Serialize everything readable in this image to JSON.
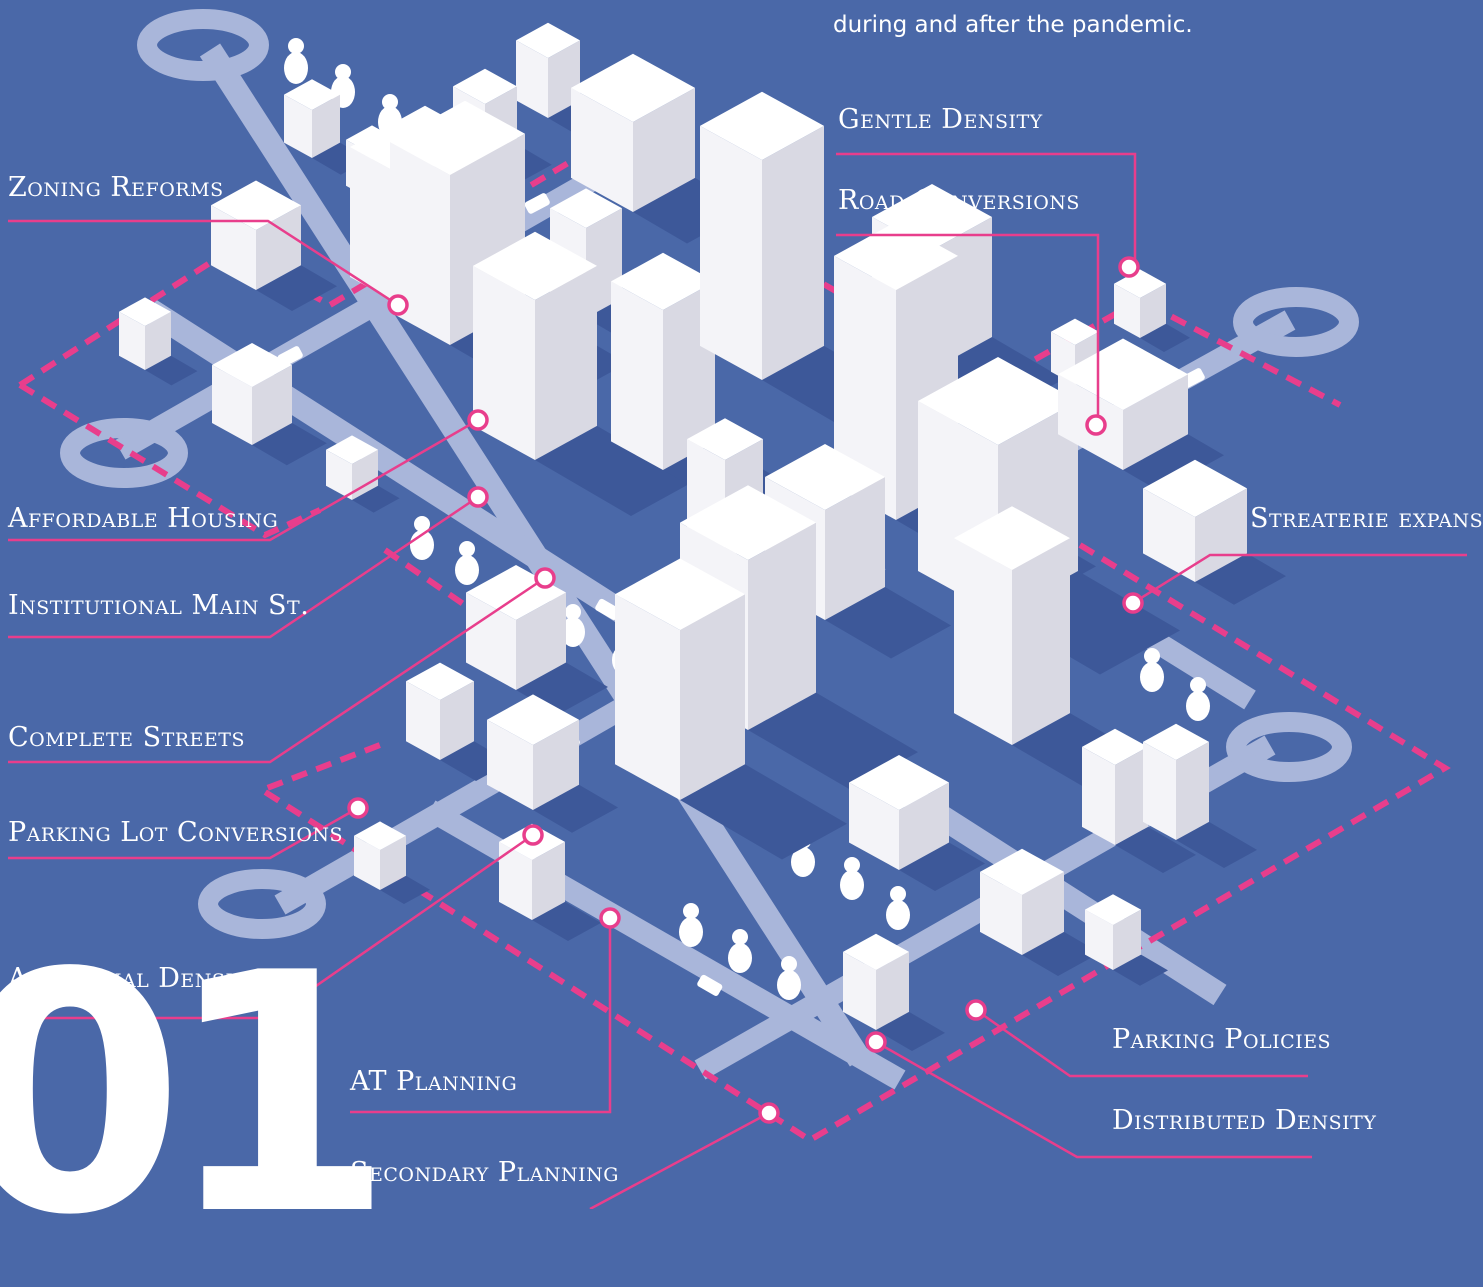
{
  "intro_text": "during and after the pandemic.",
  "section_number": "01",
  "colors": {
    "background": "#4a68a8",
    "accent": "#e83e8c",
    "road": "#a9b6da",
    "building": "#ffffff"
  },
  "labels": {
    "zoning_reforms": "Zoning Reforms",
    "affordable_housing": "Affordable Housing",
    "institutional_main_st": "Institutional Main St.",
    "complete_streets": "Complete Streets",
    "parking_lot_conversions": "Parking Lot Conversions",
    "additional_density": "Additional Density",
    "at_planning": "AT Planning",
    "secondary_planning": "Secondary Planning",
    "gentle_density": "Gentle Density",
    "road_conversions": "Road Conversions",
    "streaterie_expansion": "Streaterie expansion",
    "parking_policies": "Parking Policies",
    "distributed_density": "Distributed Density"
  }
}
